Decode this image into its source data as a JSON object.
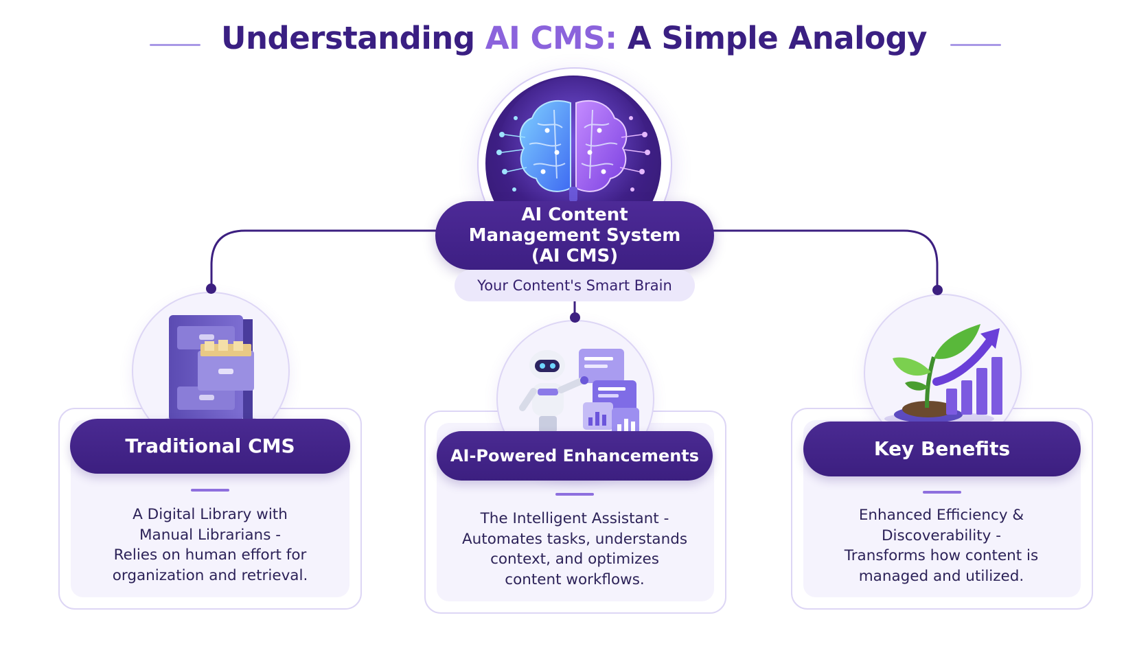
{
  "title": {
    "part1": "Understanding ",
    "accent": "AI CMS:",
    "part2": " A Simple Analogy"
  },
  "center": {
    "icon": "brain-icon",
    "title_lines": [
      "AI Content",
      "Management System",
      "(AI CMS)"
    ],
    "subtitle": "Your Content's Smart Brain"
  },
  "cards": [
    {
      "icon": "filing-cabinet-icon",
      "title": "Traditional CMS",
      "description_lines": [
        "A Digital Library with",
        "Manual Librarians -",
        "Relies on human effort for",
        "organization and retrieval."
      ]
    },
    {
      "icon": "robot-assistant-icon",
      "title": "AI-Powered Enhancements",
      "description_lines": [
        "The Intelligent Assistant -",
        "Automates tasks, understands",
        "context, and optimizes",
        "content workflows."
      ]
    },
    {
      "icon": "growth-plant-chart-icon",
      "title": "Key Benefits",
      "description_lines": [
        "Enhanced Efficiency &",
        "Discoverability -",
        "Transforms how content is",
        "managed and utilized."
      ]
    }
  ],
  "colors": {
    "primary": "#3c1f80",
    "accent": "#8b63dc",
    "card_bg": "#f5f3fd",
    "card_border": "#ddd6f5",
    "text": "#2c2258"
  }
}
